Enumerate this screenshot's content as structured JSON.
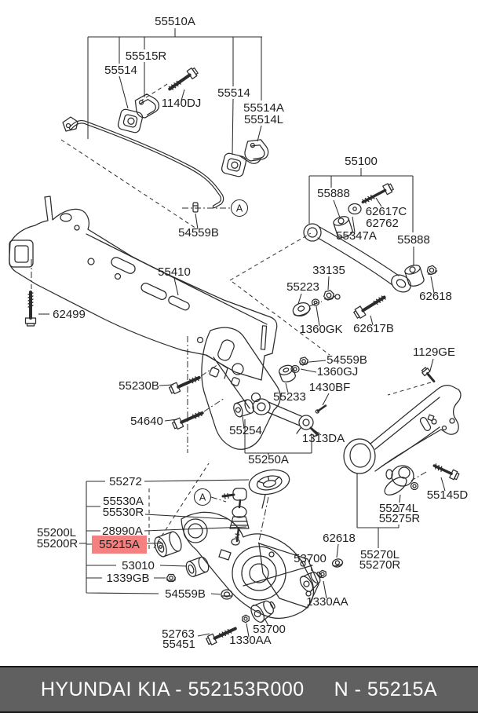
{
  "labels": {
    "n55510A": "55510A",
    "n55515R": "55515R",
    "n55514_left": "55514",
    "n1140DJ": "1140DJ",
    "n55514_right": "55514",
    "n55514A": "55514A",
    "n55514L": "55514L",
    "n54559B_top": "54559B",
    "n55100": "55100",
    "n55888_left": "55888",
    "n62617C": "62617C",
    "n62762": "62762",
    "n55347A": "55347A",
    "n55888_right": "55888",
    "n62618_right": "62618",
    "n33135": "33135",
    "n55223": "55223",
    "n1360GK": "1360GK",
    "n62617B": "62617B",
    "n55410": "55410",
    "n62499": "62499",
    "n55230B": "55230B",
    "n54640": "54640",
    "n54559B_mid": "54559B",
    "n1360GJ": "1360GJ",
    "n1430BF": "1430BF",
    "n55233": "55233",
    "n55254": "55254",
    "n1313DA": "1313DA",
    "n55250A": "55250A",
    "n1129GE": "1129GE",
    "n55145D": "55145D",
    "n55274L": "55274L",
    "n55275R": "55275R",
    "n62618_low": "62618",
    "n55270L": "55270L",
    "n55270R": "55270R",
    "n55272": "55272",
    "n55530A": "55530A",
    "n55530R": "55530R",
    "n28990A": "28990A",
    "n55215A": "55215A",
    "n55200L": "55200L",
    "n55200R": "55200R",
    "n53010": "53010",
    "n1339GB": "1339GB",
    "n54559B_bot": "54559B",
    "n53700_up": "53700",
    "n1330AA_right": "1330AA",
    "n53700_low": "53700",
    "n1330AA_low": "1330AA",
    "n52763": "52763",
    "n55451": "55451"
  },
  "callout": {
    "a": "A"
  },
  "highlight": {
    "part": "55215A",
    "color": "#f58080"
  },
  "footer": {
    "left": "HYUNDAI  KIA - 552153R000",
    "right": "N - 55215A",
    "bg": "#606060",
    "fg": "#ffffff"
  },
  "art": {
    "line_color": "#2b2b2b"
  }
}
